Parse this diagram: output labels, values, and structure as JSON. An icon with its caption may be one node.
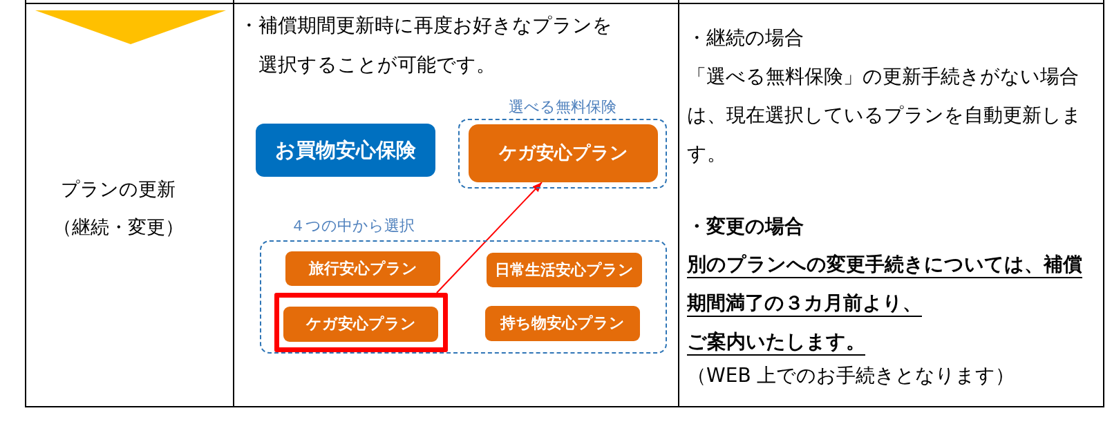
{
  "diagram": {
    "nodes": [
      {
        "text": [
          "お買物安心保険"
        ]
      },
      {
        "text": [
          "選べる無料保険"
        ]
      },
      {
        "text": [
          "ケガ安心プラン"
        ],
        "in": 1
      },
      {
        "text": [
          "４つの中から選択"
        ]
      },
      {
        "text": [
          "旅行安心プラン"
        ],
        "in": 3
      },
      {
        "text": [
          "日常生活安心プラン"
        ],
        "in": 3
      },
      {
        "text": [],
        "shape": "box",
        "in": 3
      },
      {
        "text": [
          "ケガ安心プラン"
        ],
        "in": 6
      },
      {
        "text": [
          "持ち物安心プラン"
        ],
        "in": 3
      }
    ],
    "edges": [
      {
        "from": 6,
        "to": 2,
        "arrow": "to",
        "color": "#ff0000"
      }
    ],
    "labels": [
      "プランの更新",
      "（継続・変更）",
      "・補償期間更新時に再度お好きなプランを選択することが可能です。",
      "・継続の場合",
      "「選べる無料保険」の更新手続きがない場合は、現在選択しているプランを自動更新します。",
      "・変更の場合",
      "別のプランへの変更手続きについては、補償期間満了の３カ月前より、",
      "ご案内いたします。",
      "（WEB 上でのお手続きとなります）"
    ]
  }
}
